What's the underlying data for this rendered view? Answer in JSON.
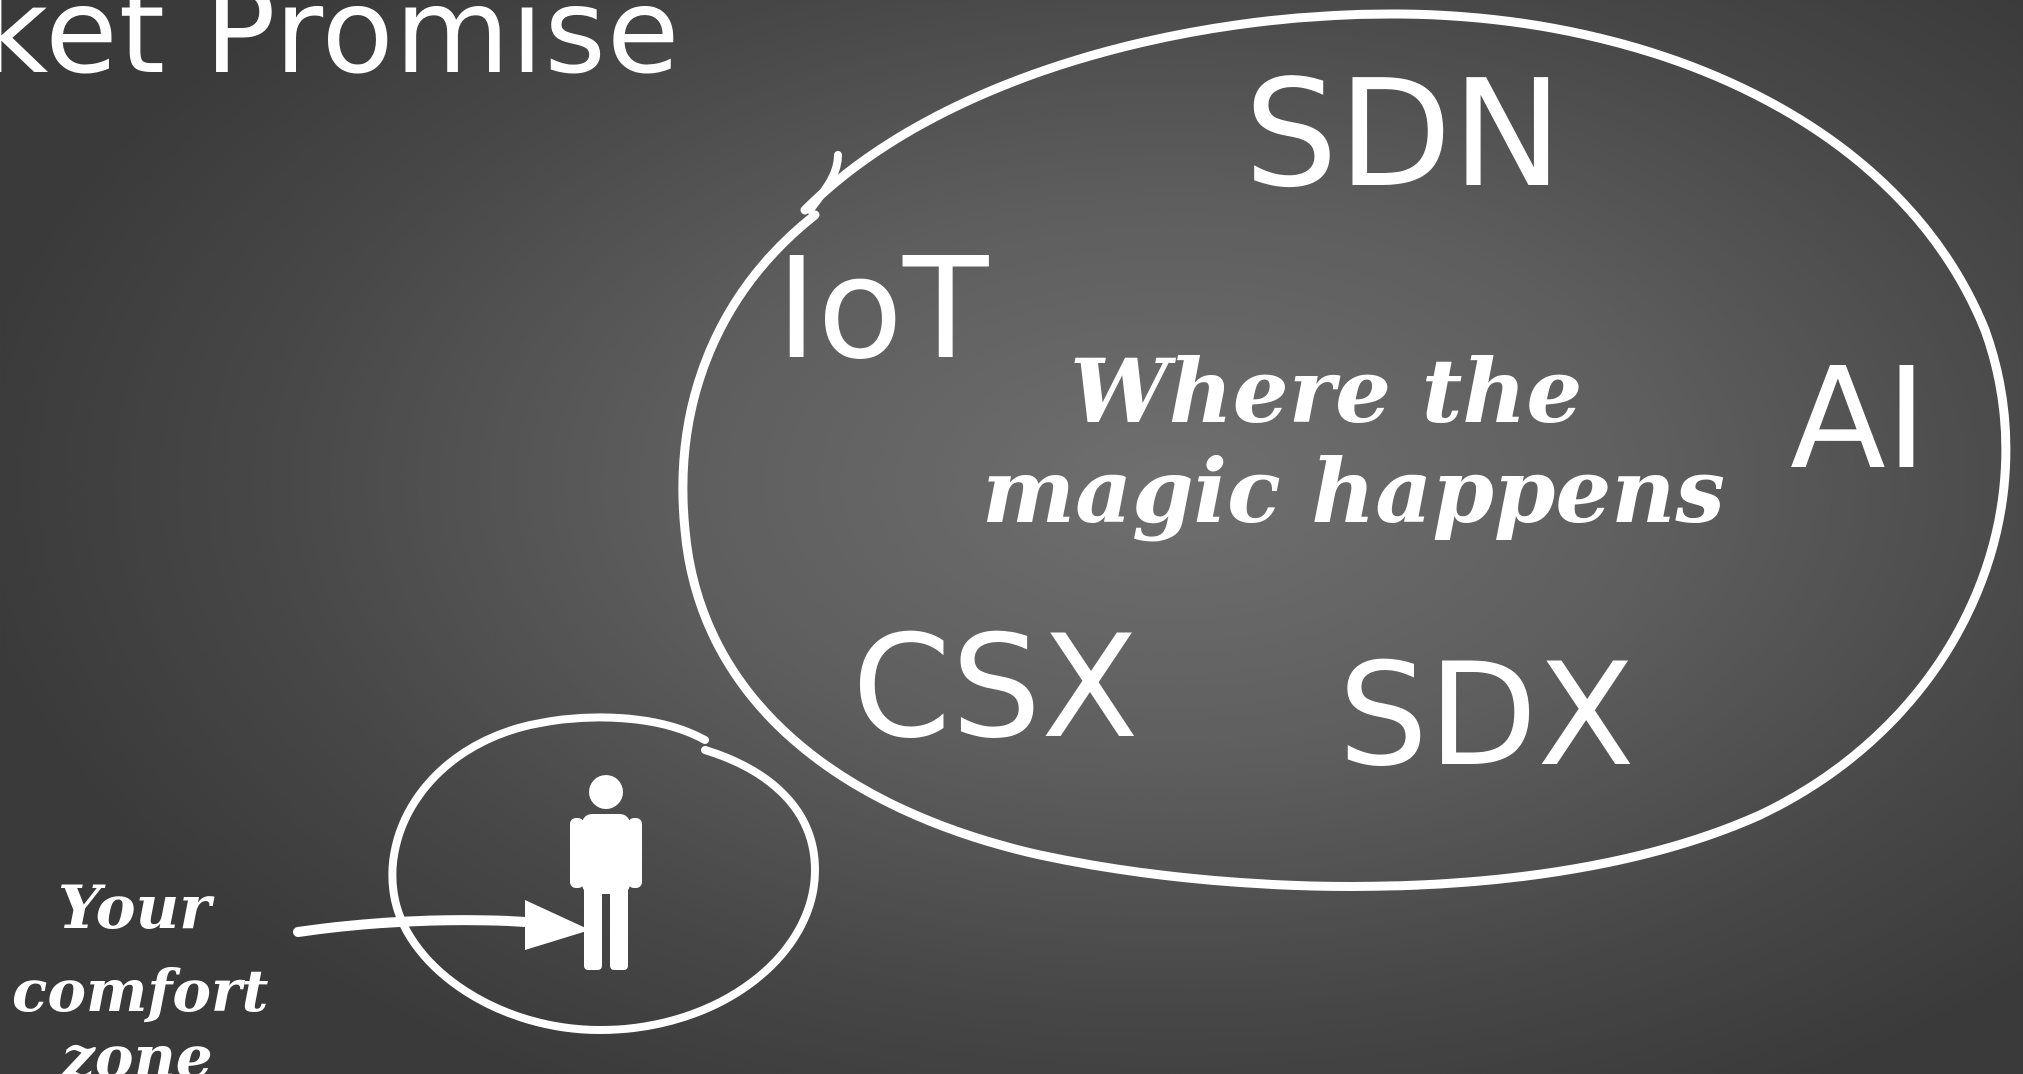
{
  "slide": {
    "title": "ket Promise",
    "terms": {
      "sdn": "SDN",
      "iot": "IoT",
      "ai": "AI",
      "csx": "CSX",
      "sdx": "SDX"
    },
    "magic_text": {
      "line1": "Where the",
      "line2": "magic happens"
    },
    "comfort_text": {
      "line1": "Your",
      "line2": "comfort",
      "line3": "zone"
    },
    "icons": [
      "person-icon",
      "arrow-icon"
    ],
    "colors": {
      "text": "#ffffff",
      "background": "#5e5e5e"
    }
  }
}
